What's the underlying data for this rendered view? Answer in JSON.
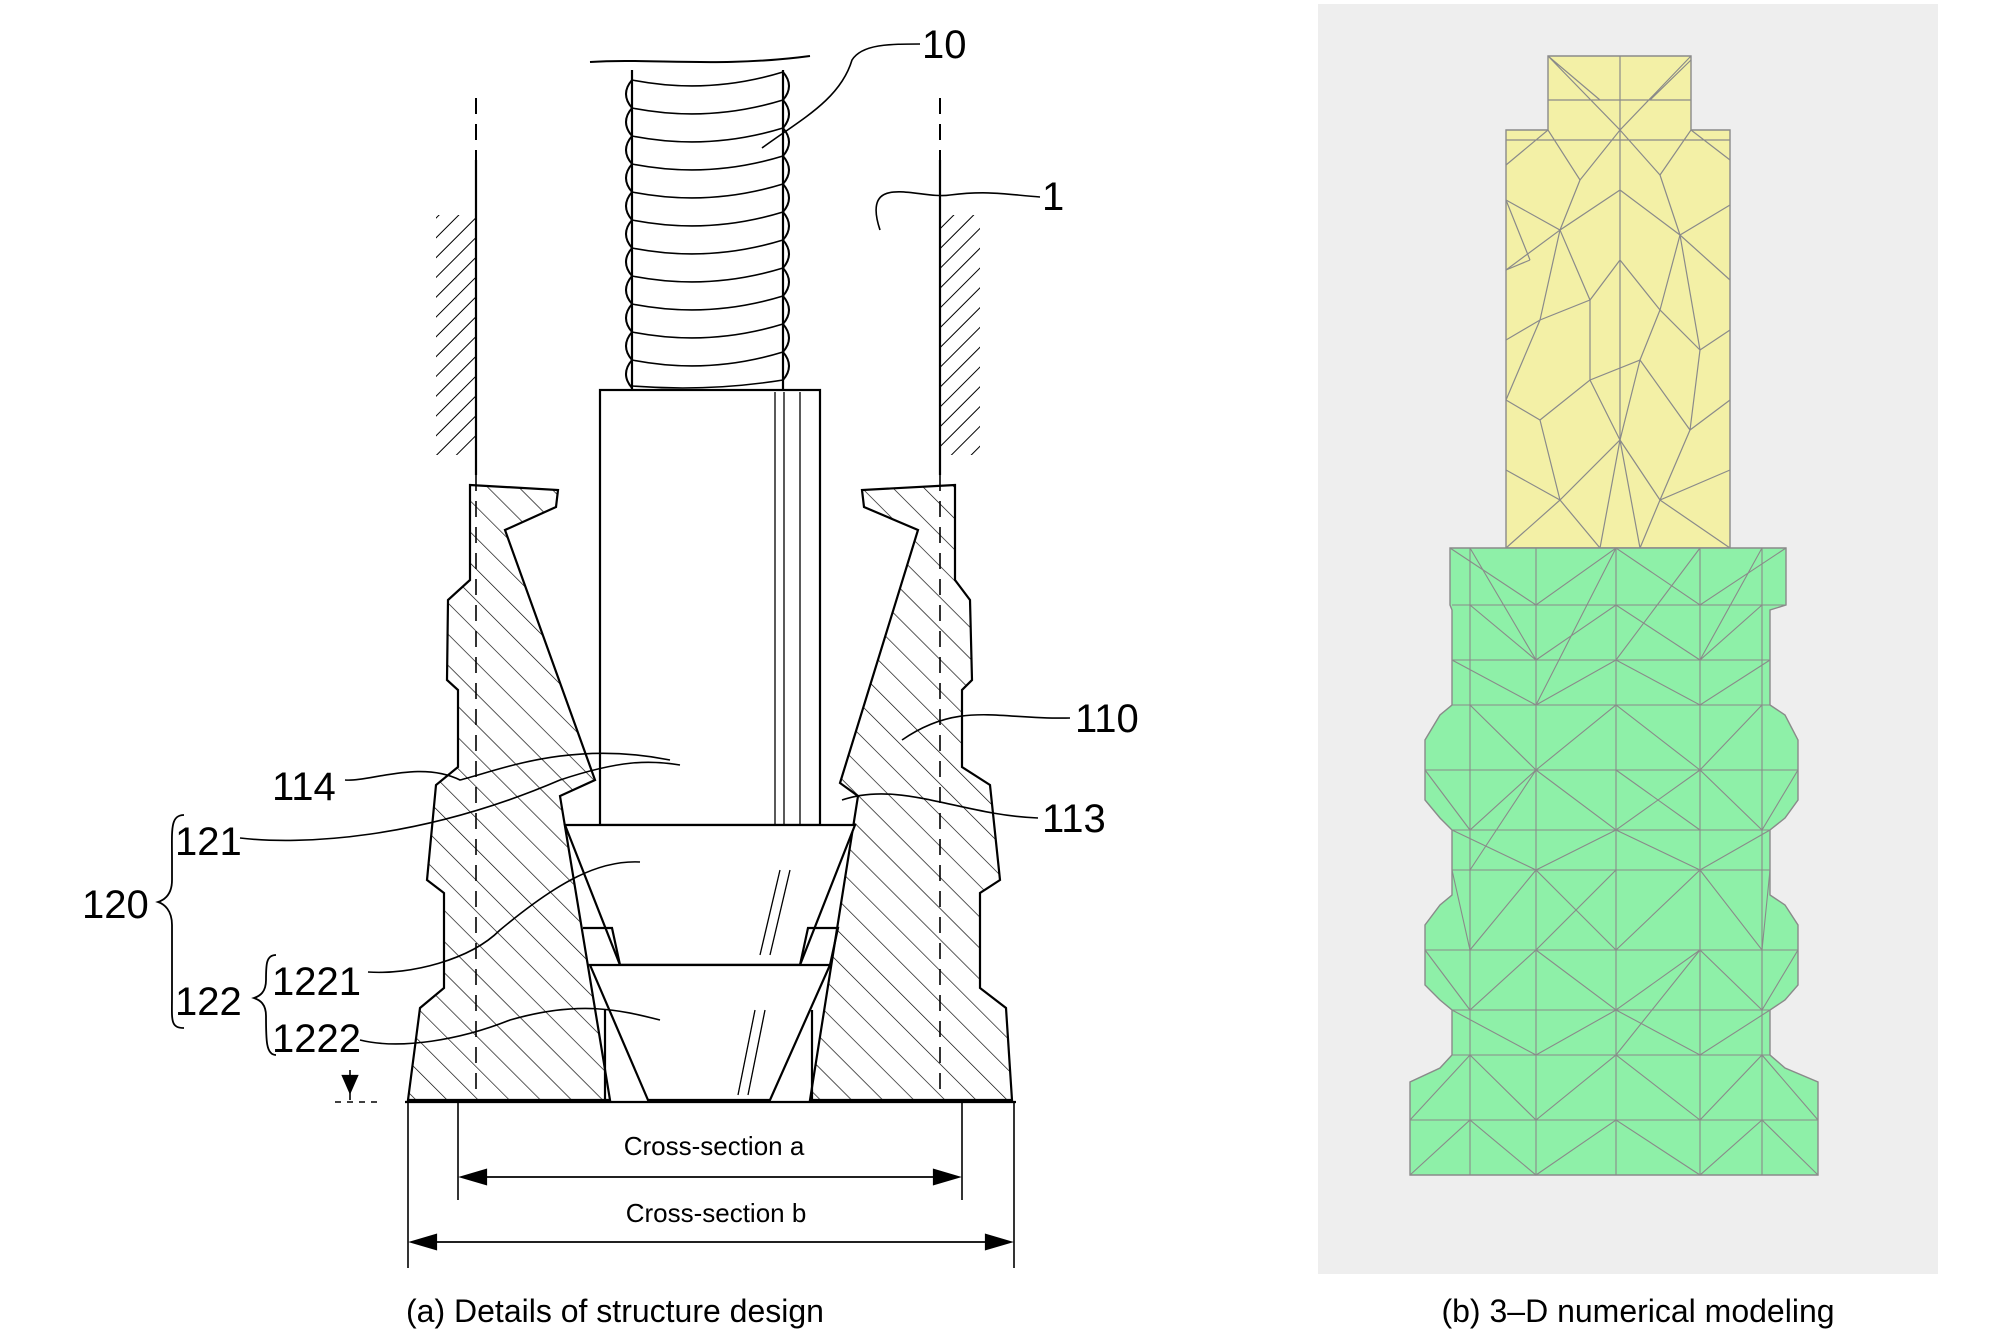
{
  "panel_a": {
    "labels": {
      "l10": "10",
      "l1": "1",
      "l110": "110",
      "l114": "114",
      "l113": "113",
      "l121": "121",
      "l120": "120",
      "l122": "122",
      "l1221": "1221",
      "l1222": "1222"
    },
    "dimension_a": "Cross-section a",
    "dimension_b": "Cross-section b",
    "caption": "(a) Details of structure design"
  },
  "panel_b": {
    "caption": "(b) 3–D numerical modeling",
    "colors": {
      "upper_part": "#f3f0a6",
      "lower_part": "#8ef0a8",
      "mesh": "#8a8a8a",
      "background": "#eeeeee"
    }
  }
}
